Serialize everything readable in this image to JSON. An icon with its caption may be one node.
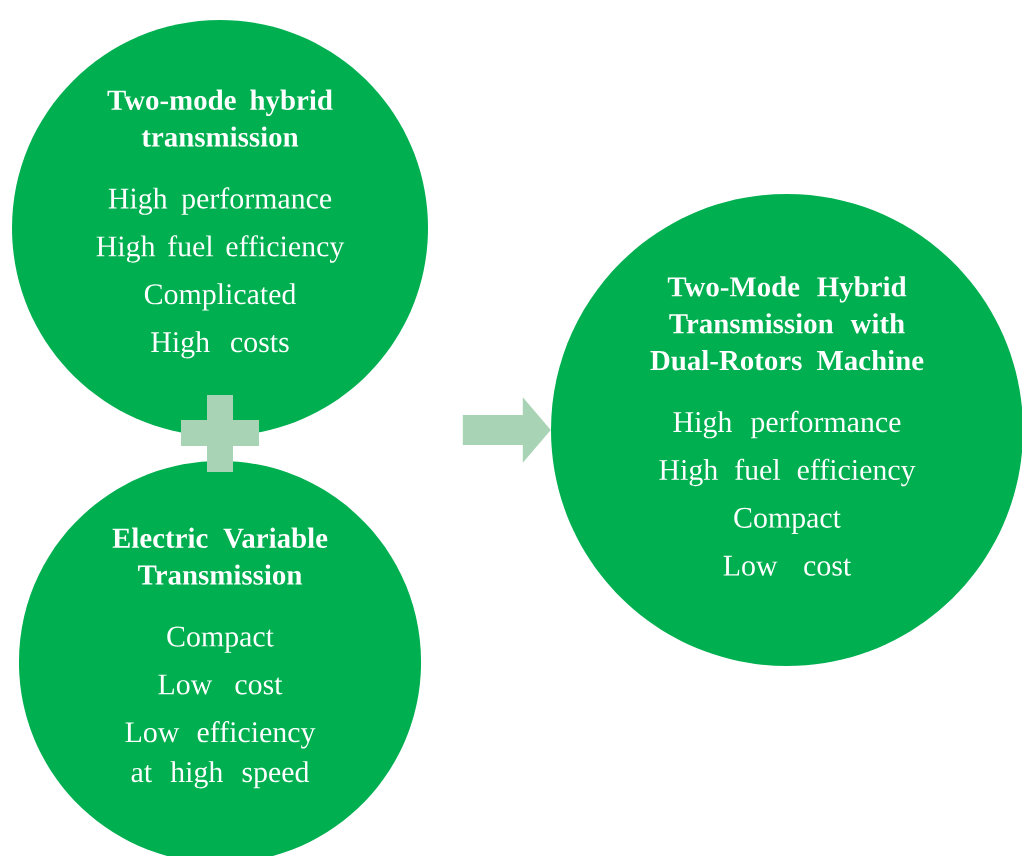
{
  "diagram": {
    "nodes": [
      {
        "text": [
          "Two-mode hybrid transmission",
          "High performance",
          "High fuel efficiency",
          "Complicated",
          "High costs"
        ]
      },
      {
        "text": [
          "Electric Variable Transmission",
          "Compact",
          "Low cost",
          "Low efficiency at high speed"
        ]
      },
      {
        "text": [
          "Two-Mode Hybrid Transmission with Dual-Rotors Machine",
          "High performance",
          "High fuel efficiency",
          "Compact",
          "Low cost"
        ]
      }
    ],
    "edges": [
      {
        "from": null,
        "to": 2,
        "arrow": "to"
      }
    ]
  }
}
